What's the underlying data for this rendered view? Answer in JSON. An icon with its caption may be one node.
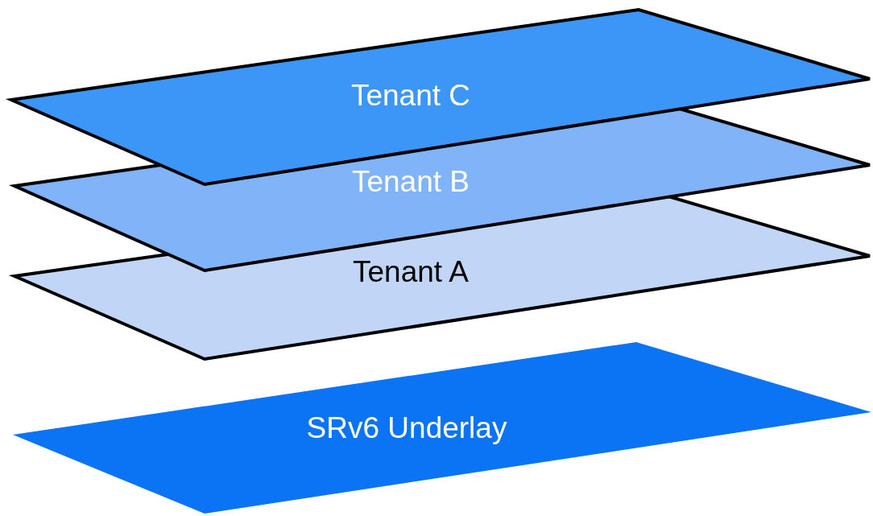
{
  "diagram": {
    "nodes": [
      {
        "text": [
          "Tenant C"
        ]
      },
      {
        "text": [
          "Tenant B"
        ]
      },
      {
        "text": [
          "Tenant A"
        ]
      },
      {
        "text": [
          "SRv6 Underlay"
        ]
      }
    ],
    "edges": []
  }
}
